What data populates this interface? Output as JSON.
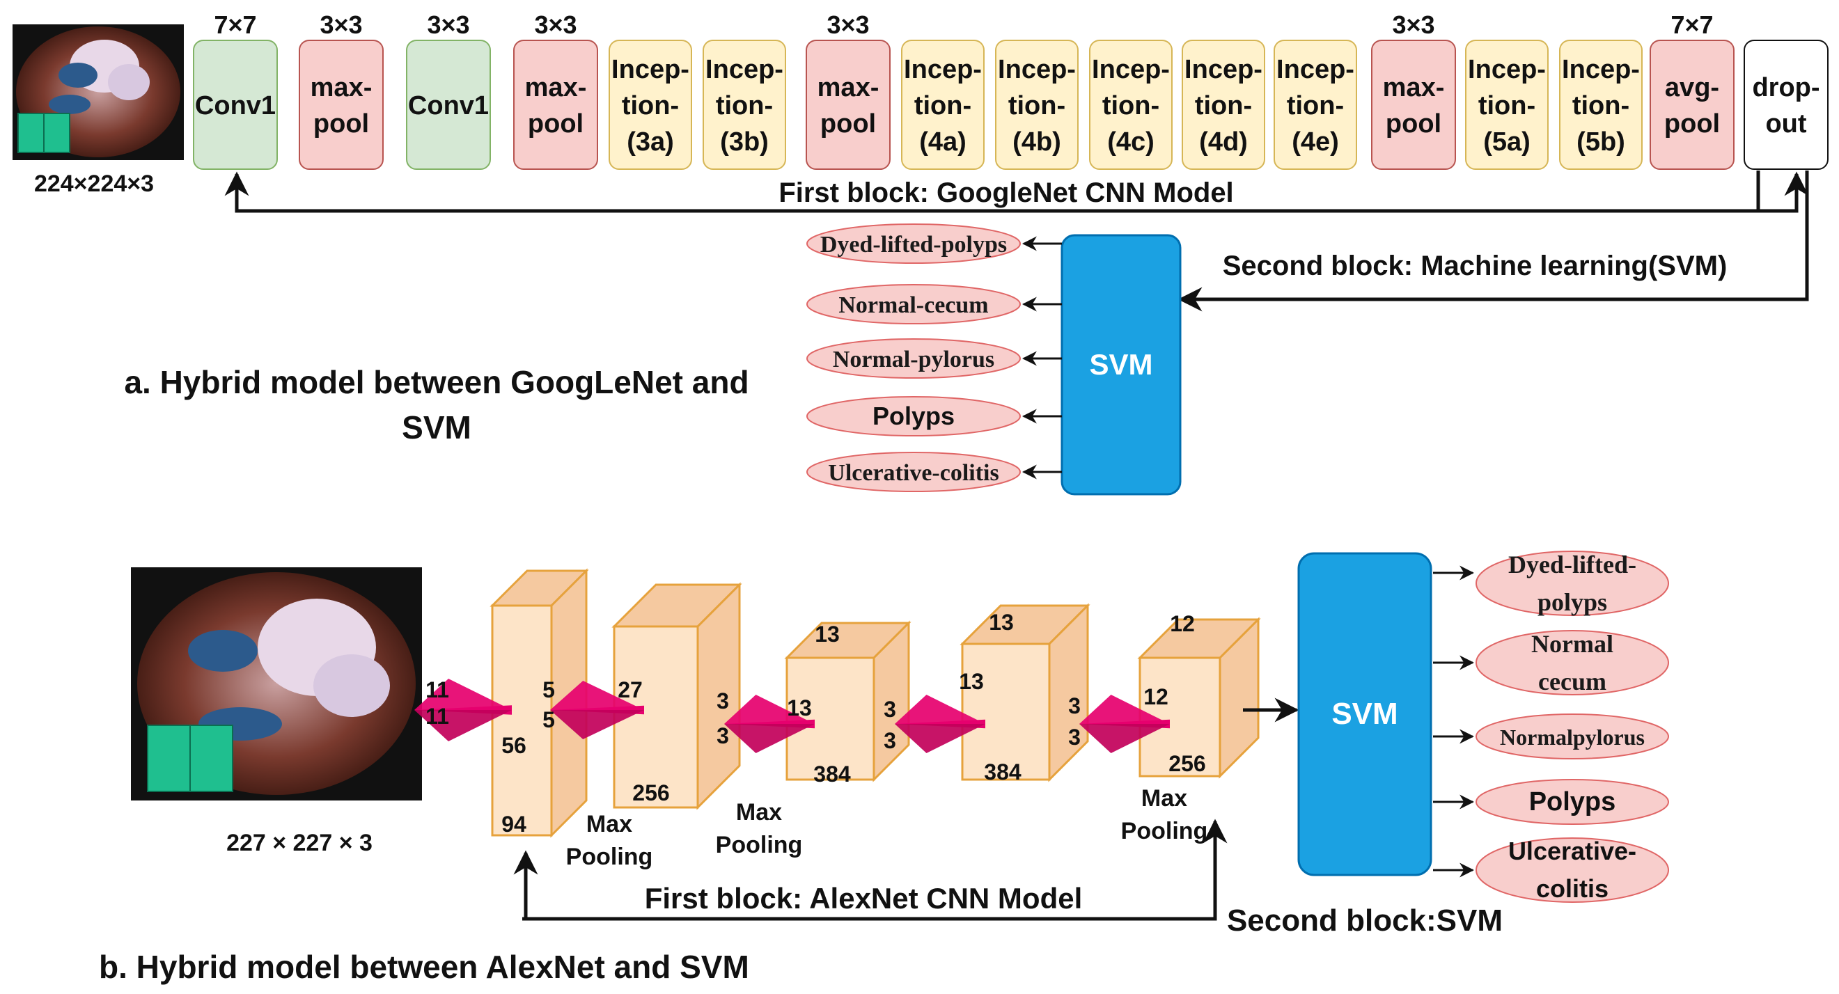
{
  "part_a": {
    "input_size": "224×224×3",
    "layers": [
      {
        "kernel": "7×7",
        "lines": [
          "Conv1"
        ],
        "kind": "conv"
      },
      {
        "kernel": "3×3",
        "lines": [
          "max-",
          "pool"
        ],
        "kind": "pool"
      },
      {
        "kernel": "3×3",
        "lines": [
          "Conv1"
        ],
        "kind": "conv"
      },
      {
        "kernel": "3×3",
        "lines": [
          "max-",
          "pool"
        ],
        "kind": "pool"
      },
      {
        "kernel": "",
        "lines": [
          "Incep-",
          "tion-",
          "(3a)"
        ],
        "kind": "incep"
      },
      {
        "kernel": "",
        "lines": [
          "Incep-",
          "tion-",
          "(3b)"
        ],
        "kind": "incep"
      },
      {
        "kernel": "3×3",
        "lines": [
          "max-",
          "pool"
        ],
        "kind": "pool"
      },
      {
        "kernel": "",
        "lines": [
          "Incep-",
          "tion-",
          "(4a)"
        ],
        "kind": "incep"
      },
      {
        "kernel": "",
        "lines": [
          "Incep-",
          "tion-",
          "(4b)"
        ],
        "kind": "incep"
      },
      {
        "kernel": "",
        "lines": [
          "Incep-",
          "tion-",
          "(4c)"
        ],
        "kind": "incep"
      },
      {
        "kernel": "",
        "lines": [
          "Incep-",
          "tion-",
          "(4d)"
        ],
        "kind": "incep"
      },
      {
        "kernel": "",
        "lines": [
          "Incep-",
          "tion-",
          "(4e)"
        ],
        "kind": "incep"
      },
      {
        "kernel": "3×3",
        "lines": [
          "max-",
          "pool"
        ],
        "kind": "pool"
      },
      {
        "kernel": "",
        "lines": [
          "Incep-",
          "tion-",
          "(5a)"
        ],
        "kind": "incep"
      },
      {
        "kernel": "",
        "lines": [
          "Incep-",
          "tion-",
          "(5b)"
        ],
        "kind": "incep"
      },
      {
        "kernel": "7×7",
        "lines": [
          "avg-",
          "pool"
        ],
        "kind": "pool"
      },
      {
        "kernel": "",
        "lines": [
          "drop-",
          "out"
        ],
        "kind": "drop"
      }
    ],
    "first_block_label": "First block: GoogleNet CNN Model",
    "second_block_label": "Second block: Machine learning(SVM)",
    "svm_label": "SVM",
    "classes": [
      "Dyed-lifted-polyps",
      "Normal-cecum",
      "Normal-pylorus",
      "Polyps",
      "Ulcerative-colitis"
    ],
    "caption_lines": [
      "a. Hybrid model between GoogLeNet and",
      "SVM"
    ]
  },
  "part_b": {
    "input_size": "227 × 227 × 3",
    "kernel_labels": [
      [
        "11",
        "11"
      ],
      [
        "5",
        "5"
      ],
      [
        "3",
        "3"
      ],
      [
        "3",
        "3"
      ],
      [
        "3",
        "3"
      ]
    ],
    "volume_labels": [
      [
        "56",
        "94"
      ],
      [
        "27",
        "256"
      ],
      [
        "13",
        "13",
        "384"
      ],
      [
        "13",
        "13",
        "384"
      ],
      [
        "12",
        "12",
        "256"
      ]
    ],
    "pool_labels": [
      [
        "Max",
        "Pooling"
      ],
      [
        "Max",
        "Pooling"
      ],
      [
        "Max",
        "Pooling"
      ]
    ],
    "svm_label": "SVM",
    "classes": [
      [
        "Dyed-lifted-",
        "polyps"
      ],
      [
        "Normal",
        "cecum"
      ],
      [
        "Normalpylorus"
      ],
      [
        "Polyps"
      ],
      [
        "Ulcerative-",
        "colitis"
      ]
    ],
    "first_block_label": "First block: AlexNet CNN Model",
    "second_block_label": "Second block:SVM",
    "caption": "b. Hybrid model between AlexNet and SVM"
  },
  "colors": {
    "conv": "#d5e8d4",
    "conv_stroke": "#82b366",
    "pool": "#f8cecc",
    "pool_stroke": "#b85450",
    "incep": "#fff2cc",
    "incep_stroke": "#d6b656",
    "svm": "#1ba1e2",
    "svm_stroke": "#006eaf",
    "class_fill": "#f8cecc",
    "class_stroke": "#e06666",
    "cube_front": "#fde4c8",
    "cube_side": "#f5c9a0",
    "cube_stroke": "#e6a23c",
    "kernel": "#e6006e"
  }
}
